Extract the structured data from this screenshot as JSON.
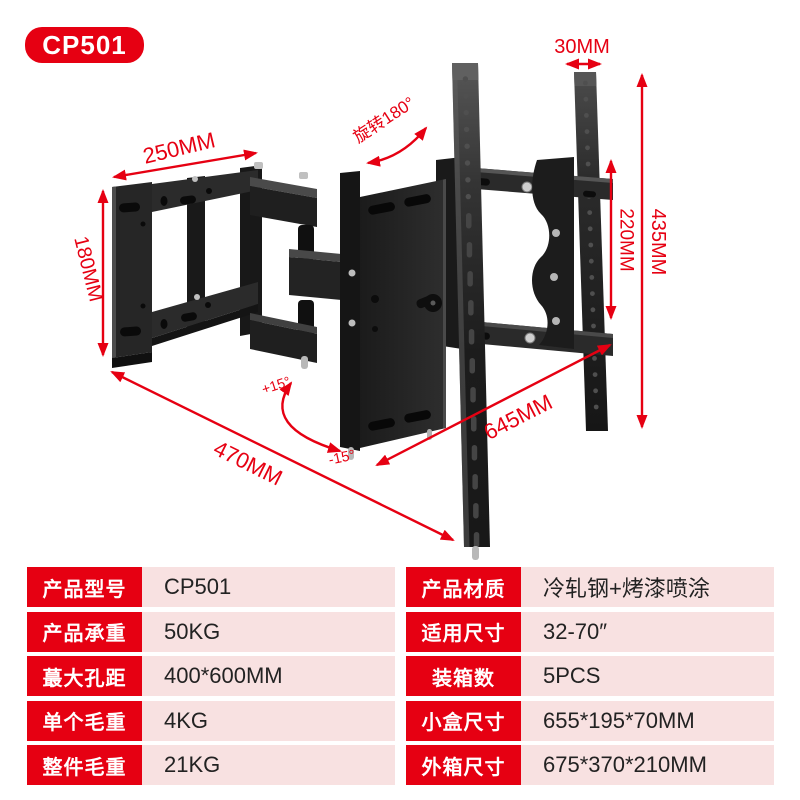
{
  "badge": {
    "model": "CP501"
  },
  "annotations": {
    "arm_width": "250MM",
    "wall_plate_height": "180MM",
    "rail_width": "30MM",
    "rail_height": "435MM",
    "plate_height": "220MM",
    "rail_span": "645MM",
    "extension": "470MM",
    "rotate": "旋转180°",
    "tilt_up": "+15°",
    "tilt_down": "-15°"
  },
  "colors": {
    "accent_red": "#e60012",
    "table_pink": "#f8e1e1",
    "metal_dark": "#1d1d1d"
  },
  "spec_table": {
    "left": [
      {
        "label": "产品型号",
        "value": "CP501"
      },
      {
        "label": "产品承重",
        "value": "50KG"
      },
      {
        "label": "蕞大孔距",
        "value": "400*600MM"
      },
      {
        "label": "单个毛重",
        "value": "4KG"
      },
      {
        "label": "整件毛重",
        "value": "21KG"
      }
    ],
    "right": [
      {
        "label": "产品材质",
        "value": "冷轧钢+烤漆喷涂"
      },
      {
        "label": "适用尺寸",
        "value": "32-70″"
      },
      {
        "label": "装箱数",
        "value": "5PCS"
      },
      {
        "label": "小盒尺寸",
        "value": "655*195*70MM"
      },
      {
        "label": "外箱尺寸",
        "value": "675*370*210MM"
      }
    ]
  }
}
